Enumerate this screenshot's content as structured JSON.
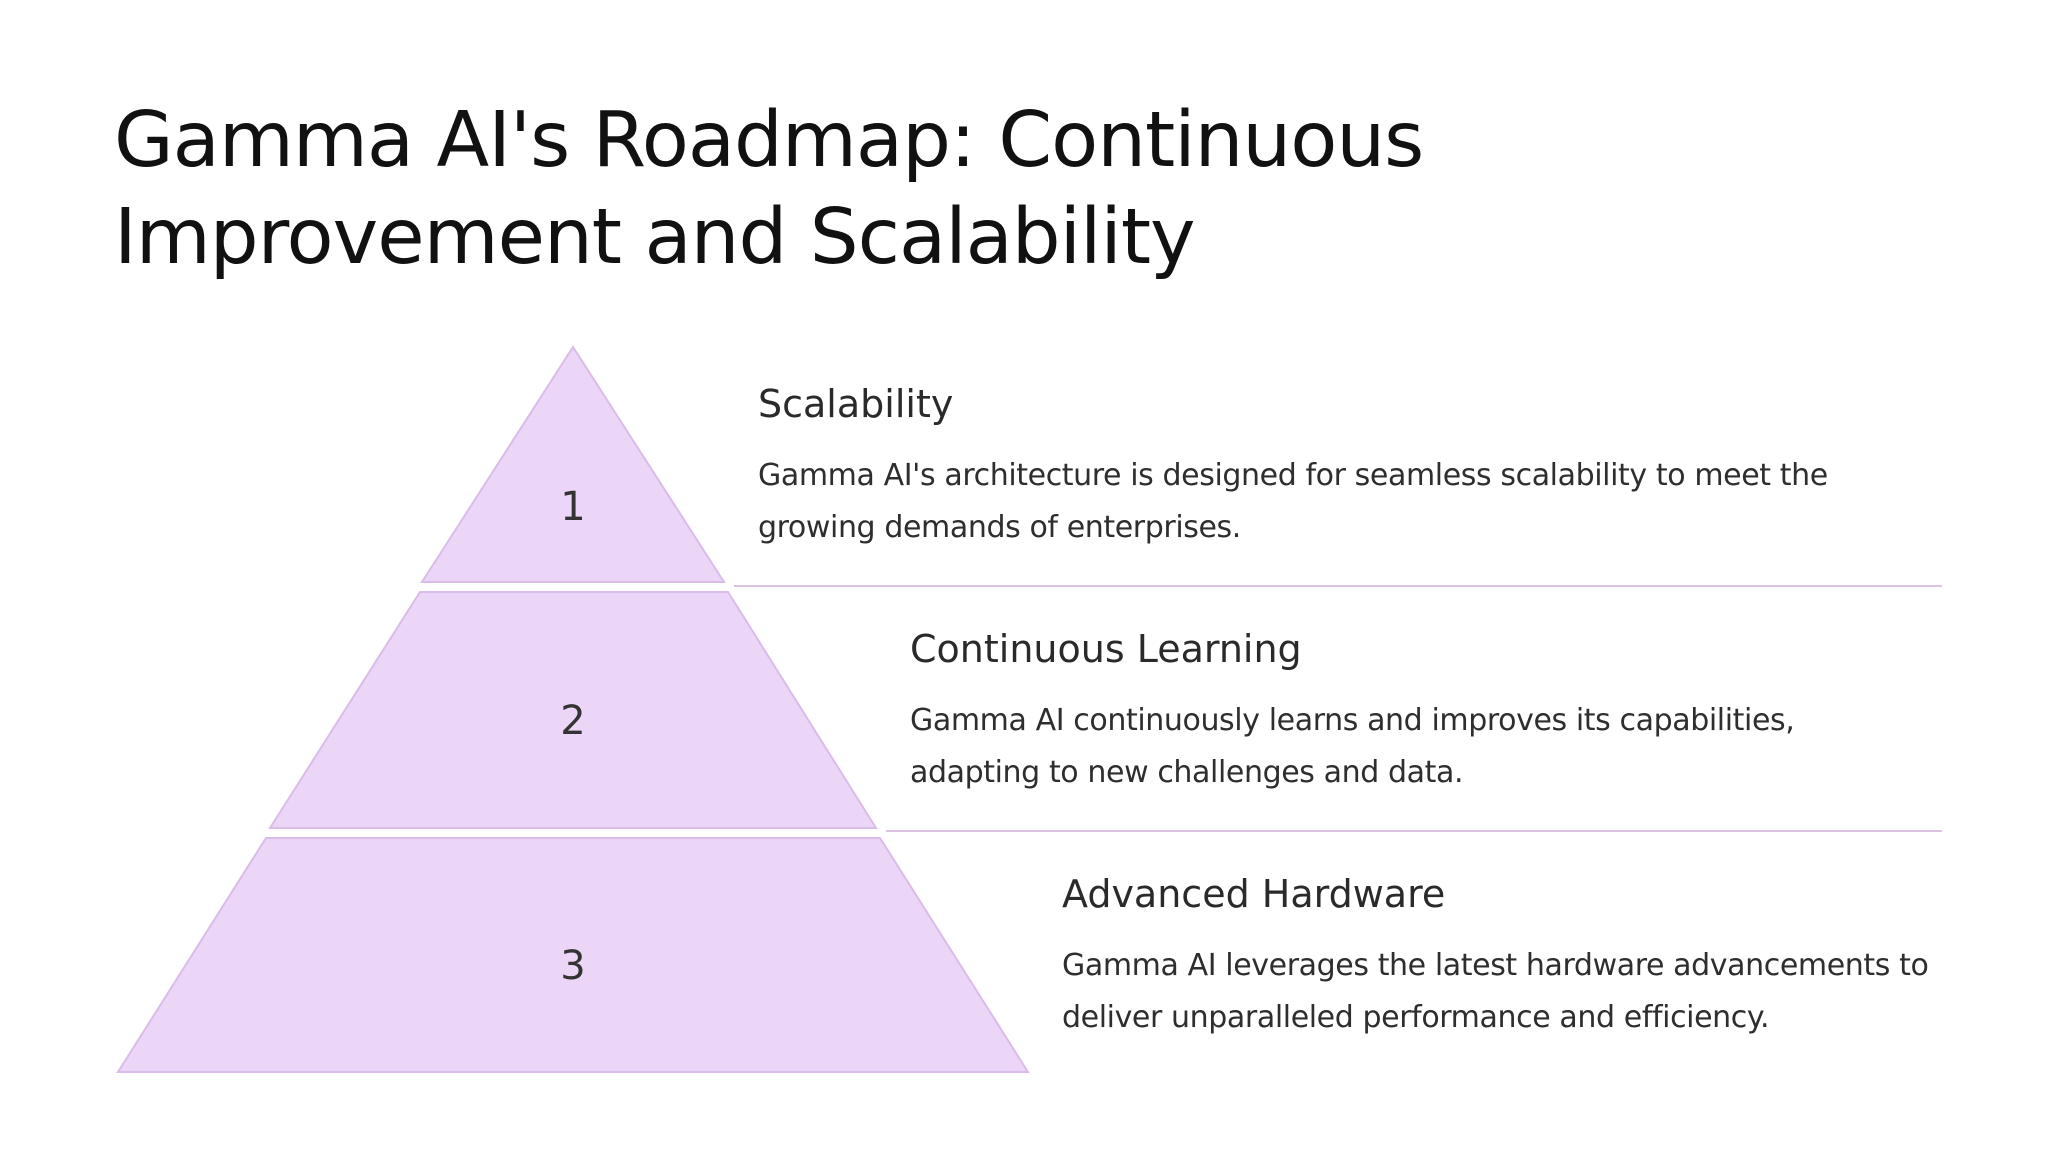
{
  "title": "Gamma AI's Roadmap: Continuous Improvement and Scalability",
  "colors": {
    "tier_fill": "#ecd6f7",
    "tier_stroke": "#d9bce8",
    "divider": "#dcc3e4"
  },
  "tiers": [
    {
      "number": "1",
      "heading": "Scalability",
      "description": "Gamma AI's architecture is designed for seamless scalability to meet the growing demands of enterprises."
    },
    {
      "number": "2",
      "heading": "Continuous Learning",
      "description": "Gamma AI continuously learns and improves its capabilities, adapting to new challenges and data."
    },
    {
      "number": "3",
      "heading": "Advanced Hardware",
      "description": "Gamma AI leverages the latest hardware advancements to deliver unparalleled performance and efficiency."
    }
  ]
}
